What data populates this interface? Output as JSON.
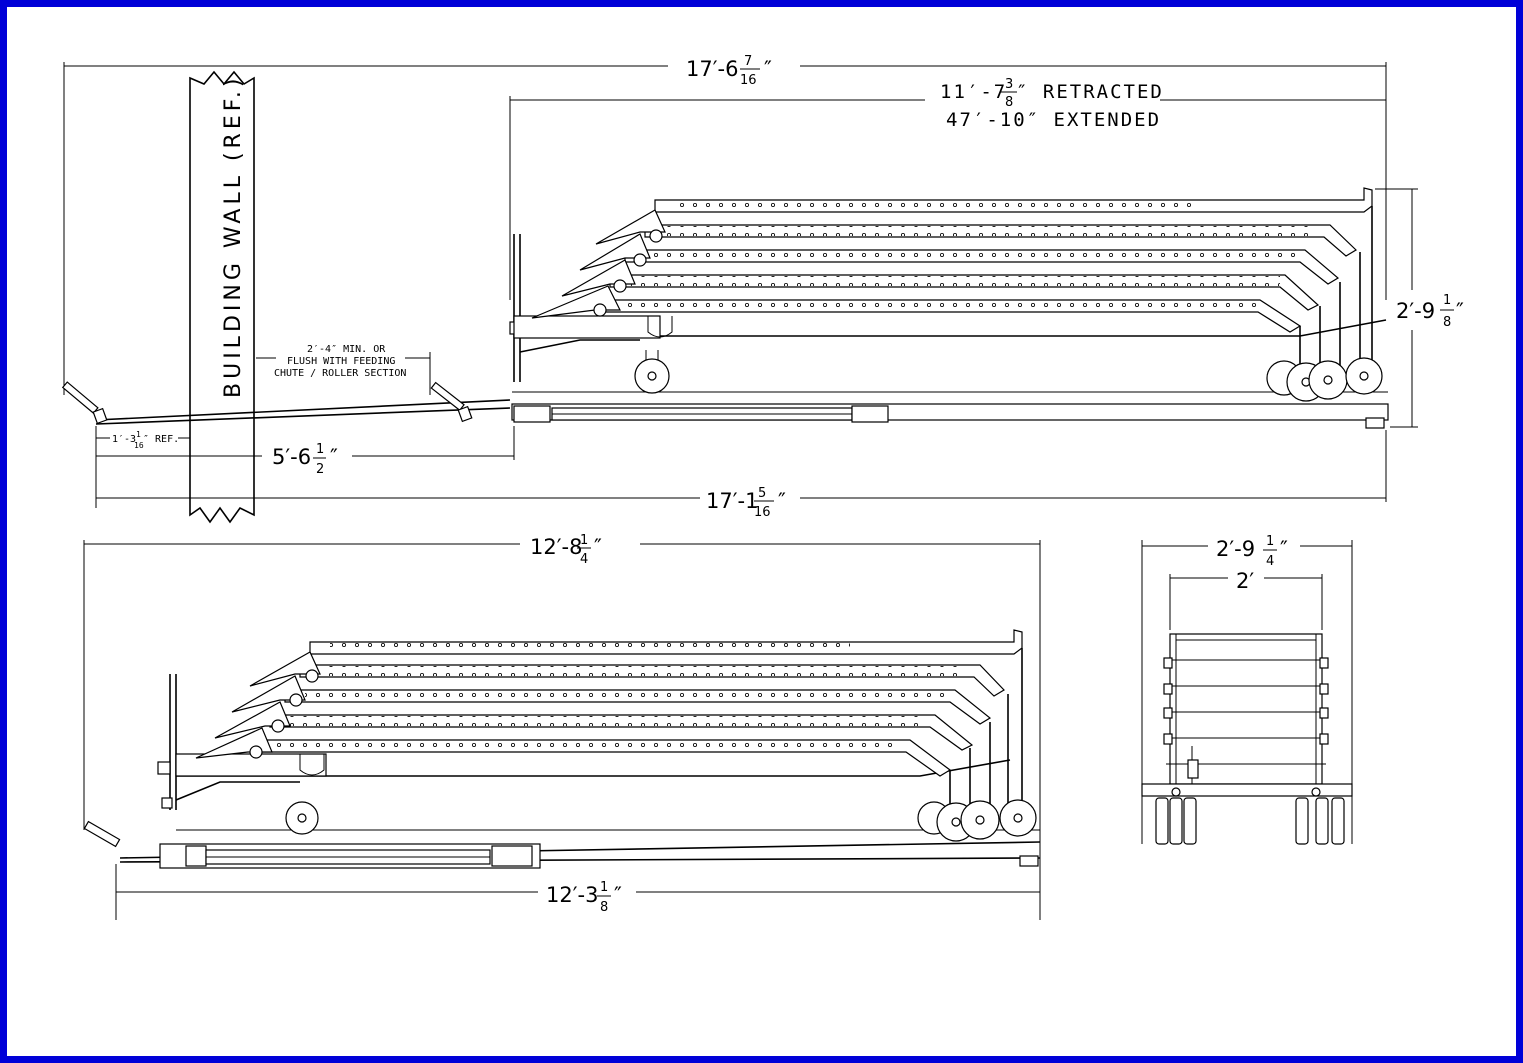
{
  "frame_color": "#0000d8",
  "side_view_top": {
    "overall_length": {
      "main": "17′-6",
      "num": "7",
      "den": "16",
      "unit": "″"
    },
    "conveyor_retracted": {
      "main": "11′-7",
      "num": "3",
      "den": "8",
      "suffix": "″ RETRACTED"
    },
    "conveyor_extended": "47′-10″ EXTENDED",
    "overall_height": {
      "main": "2′-9",
      "num": "1",
      "den": "8",
      "unit": "″"
    },
    "wall_label": "BUILDING WALL (REF.)",
    "gap_note": [
      "2′-4″ MIN. OR",
      "FLUSH WITH FEEDING",
      "CHUTE / ROLLER SECTION"
    ],
    "ref_dim": {
      "main": "1′-3",
      "num": "1",
      "den": "16",
      "suffix": "″ REF."
    },
    "wall_to_base": {
      "main": "5′-6",
      "num": "1",
      "den": "2",
      "unit": "″"
    },
    "base_length": {
      "main": "17′-1",
      "num": "5",
      "den": "16",
      "unit": "″"
    }
  },
  "side_view_bottom": {
    "overall_length": {
      "main": "12′-8",
      "num": "1",
      "den": "4",
      "unit": "″"
    },
    "base_length": {
      "main": "12′-3",
      "num": "1",
      "den": "8",
      "unit": "″"
    }
  },
  "end_view": {
    "overall_width": {
      "main": "2′-9",
      "num": "1",
      "den": "4",
      "unit": "″"
    },
    "belt_width": "2′"
  }
}
